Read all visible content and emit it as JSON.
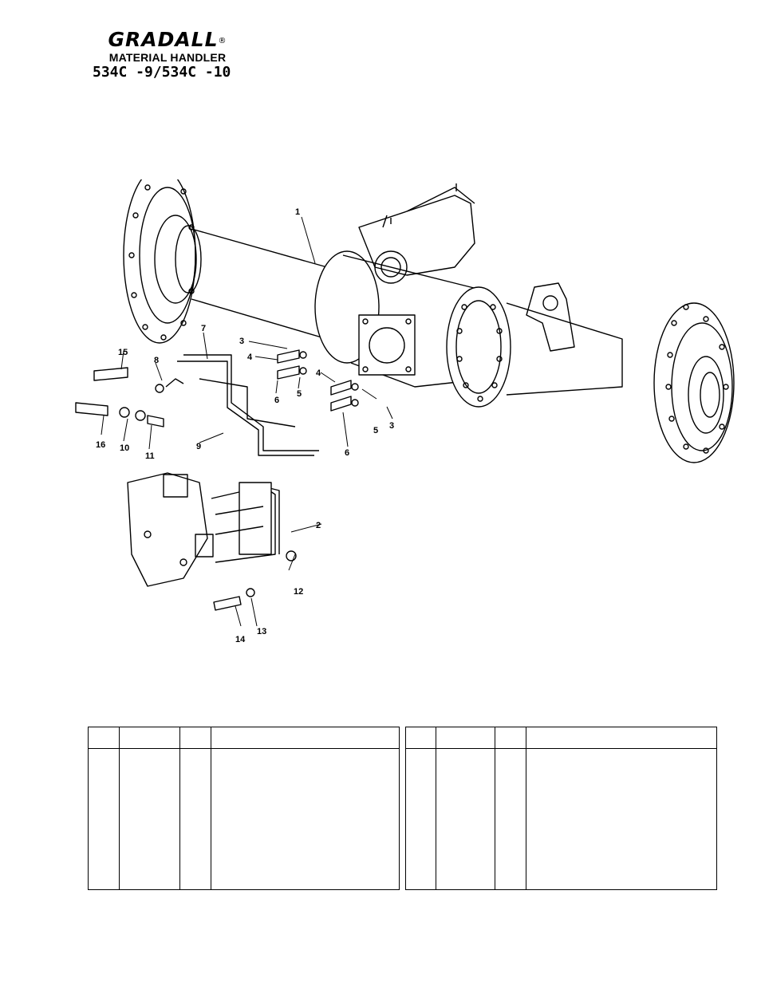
{
  "header": {
    "brand": "GRADALL",
    "registered": "®",
    "subtitle": "MATERIAL HANDLER",
    "model": "534C -9/534C -10"
  },
  "diagram": {
    "callouts": [
      "1",
      "2",
      "3",
      "4",
      "5",
      "6",
      "7",
      "8",
      "9",
      "10",
      "11",
      "12",
      "13",
      "14",
      "15",
      "16"
    ]
  },
  "parts_table": {
    "left": {
      "headers": [
        "",
        "",
        "",
        ""
      ],
      "rows": []
    },
    "right": {
      "headers": [
        "",
        "",
        "",
        ""
      ],
      "rows": []
    }
  }
}
